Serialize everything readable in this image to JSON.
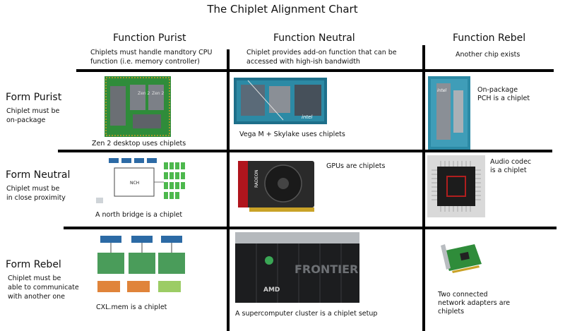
{
  "title": "The Chiplet Alignment Chart",
  "columns": [
    {
      "heading": "Function Purist",
      "desc": "Chiplets must handle mandtory CPU function (i.e. memory controller)"
    },
    {
      "heading": "Function Neutral",
      "desc": "Chiplet provides add-on function that can be accessed with high-ish bandwidth"
    },
    {
      "heading": "Function Rebel",
      "desc": "Another chip exists"
    }
  ],
  "rows": [
    {
      "heading": "Form Purist",
      "desc_line1": "Chiplet must be",
      "desc_line2": "on-package"
    },
    {
      "heading": "Form Neutral",
      "desc_line1": "Chiplet must be",
      "desc_line2": "in close proximity"
    },
    {
      "heading": "Form Rebel",
      "desc_line1": "Chiplet must be",
      "desc_line2": "able to communicate",
      "desc_line3": "with another one"
    }
  ],
  "cells": {
    "r1c1": {
      "caption": "Zen 2 desktop uses chiplets",
      "die_label_1": "Zen 2",
      "die_label_2": "Zen 2"
    },
    "r1c2": {
      "caption": "Vega M + Skylake uses chiplets",
      "brand": "intel"
    },
    "r1c3": {
      "caption_line1": "On-package",
      "caption_line2": "PCH is a chiplet",
      "brand": "intel"
    },
    "r2c1": {
      "caption": "A north bridge is a chiplet",
      "block_label": "NCH"
    },
    "r2c2": {
      "caption": "GPUs are chiplets",
      "card_text": "RADEON"
    },
    "r2c3": {
      "caption_line1": "Audio codec",
      "caption_line2": "is a chiplet"
    },
    "r3c1": {
      "caption": "CXL.mem is a chiplet"
    },
    "r3c2": {
      "caption": "A supercomputer cluster is a chiplet setup",
      "rack_text": "FRONTIER",
      "brand_text": "AMD"
    },
    "r3c3": {
      "caption_line1": "Two connected",
      "caption_line2": "network adapters are",
      "caption_line3": "chiplets"
    }
  },
  "colors": {
    "grid": "#000000",
    "pcb_green": "#2f8c3a",
    "chip_gray": "#8a8f96",
    "intel_blue": "#0071c5",
    "radeon_red": "#c8102e"
  }
}
